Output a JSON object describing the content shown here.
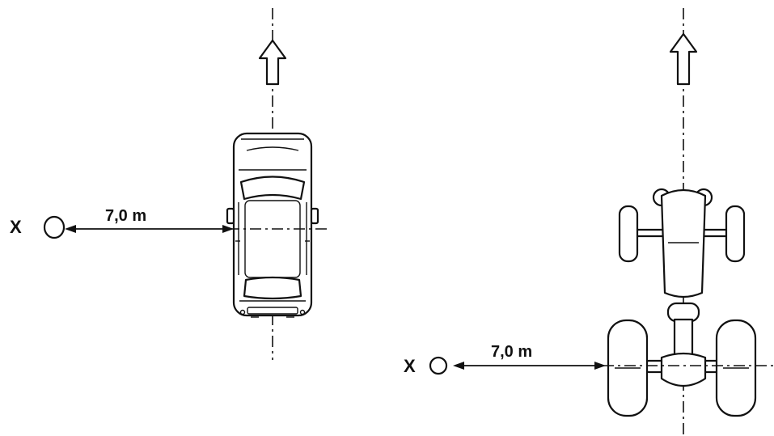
{
  "left_panel": {
    "vehicle": "car",
    "point_label": "X",
    "distance_label": "7,0 m"
  },
  "right_panel": {
    "vehicle": "tractor",
    "point_label": "X",
    "distance_label": "7,0 m"
  },
  "icons": {
    "direction_arrow": "hollow-up-arrow",
    "measurement_point": "circle-outline"
  },
  "colors": {
    "ink": "#111111",
    "background": "#ffffff"
  }
}
